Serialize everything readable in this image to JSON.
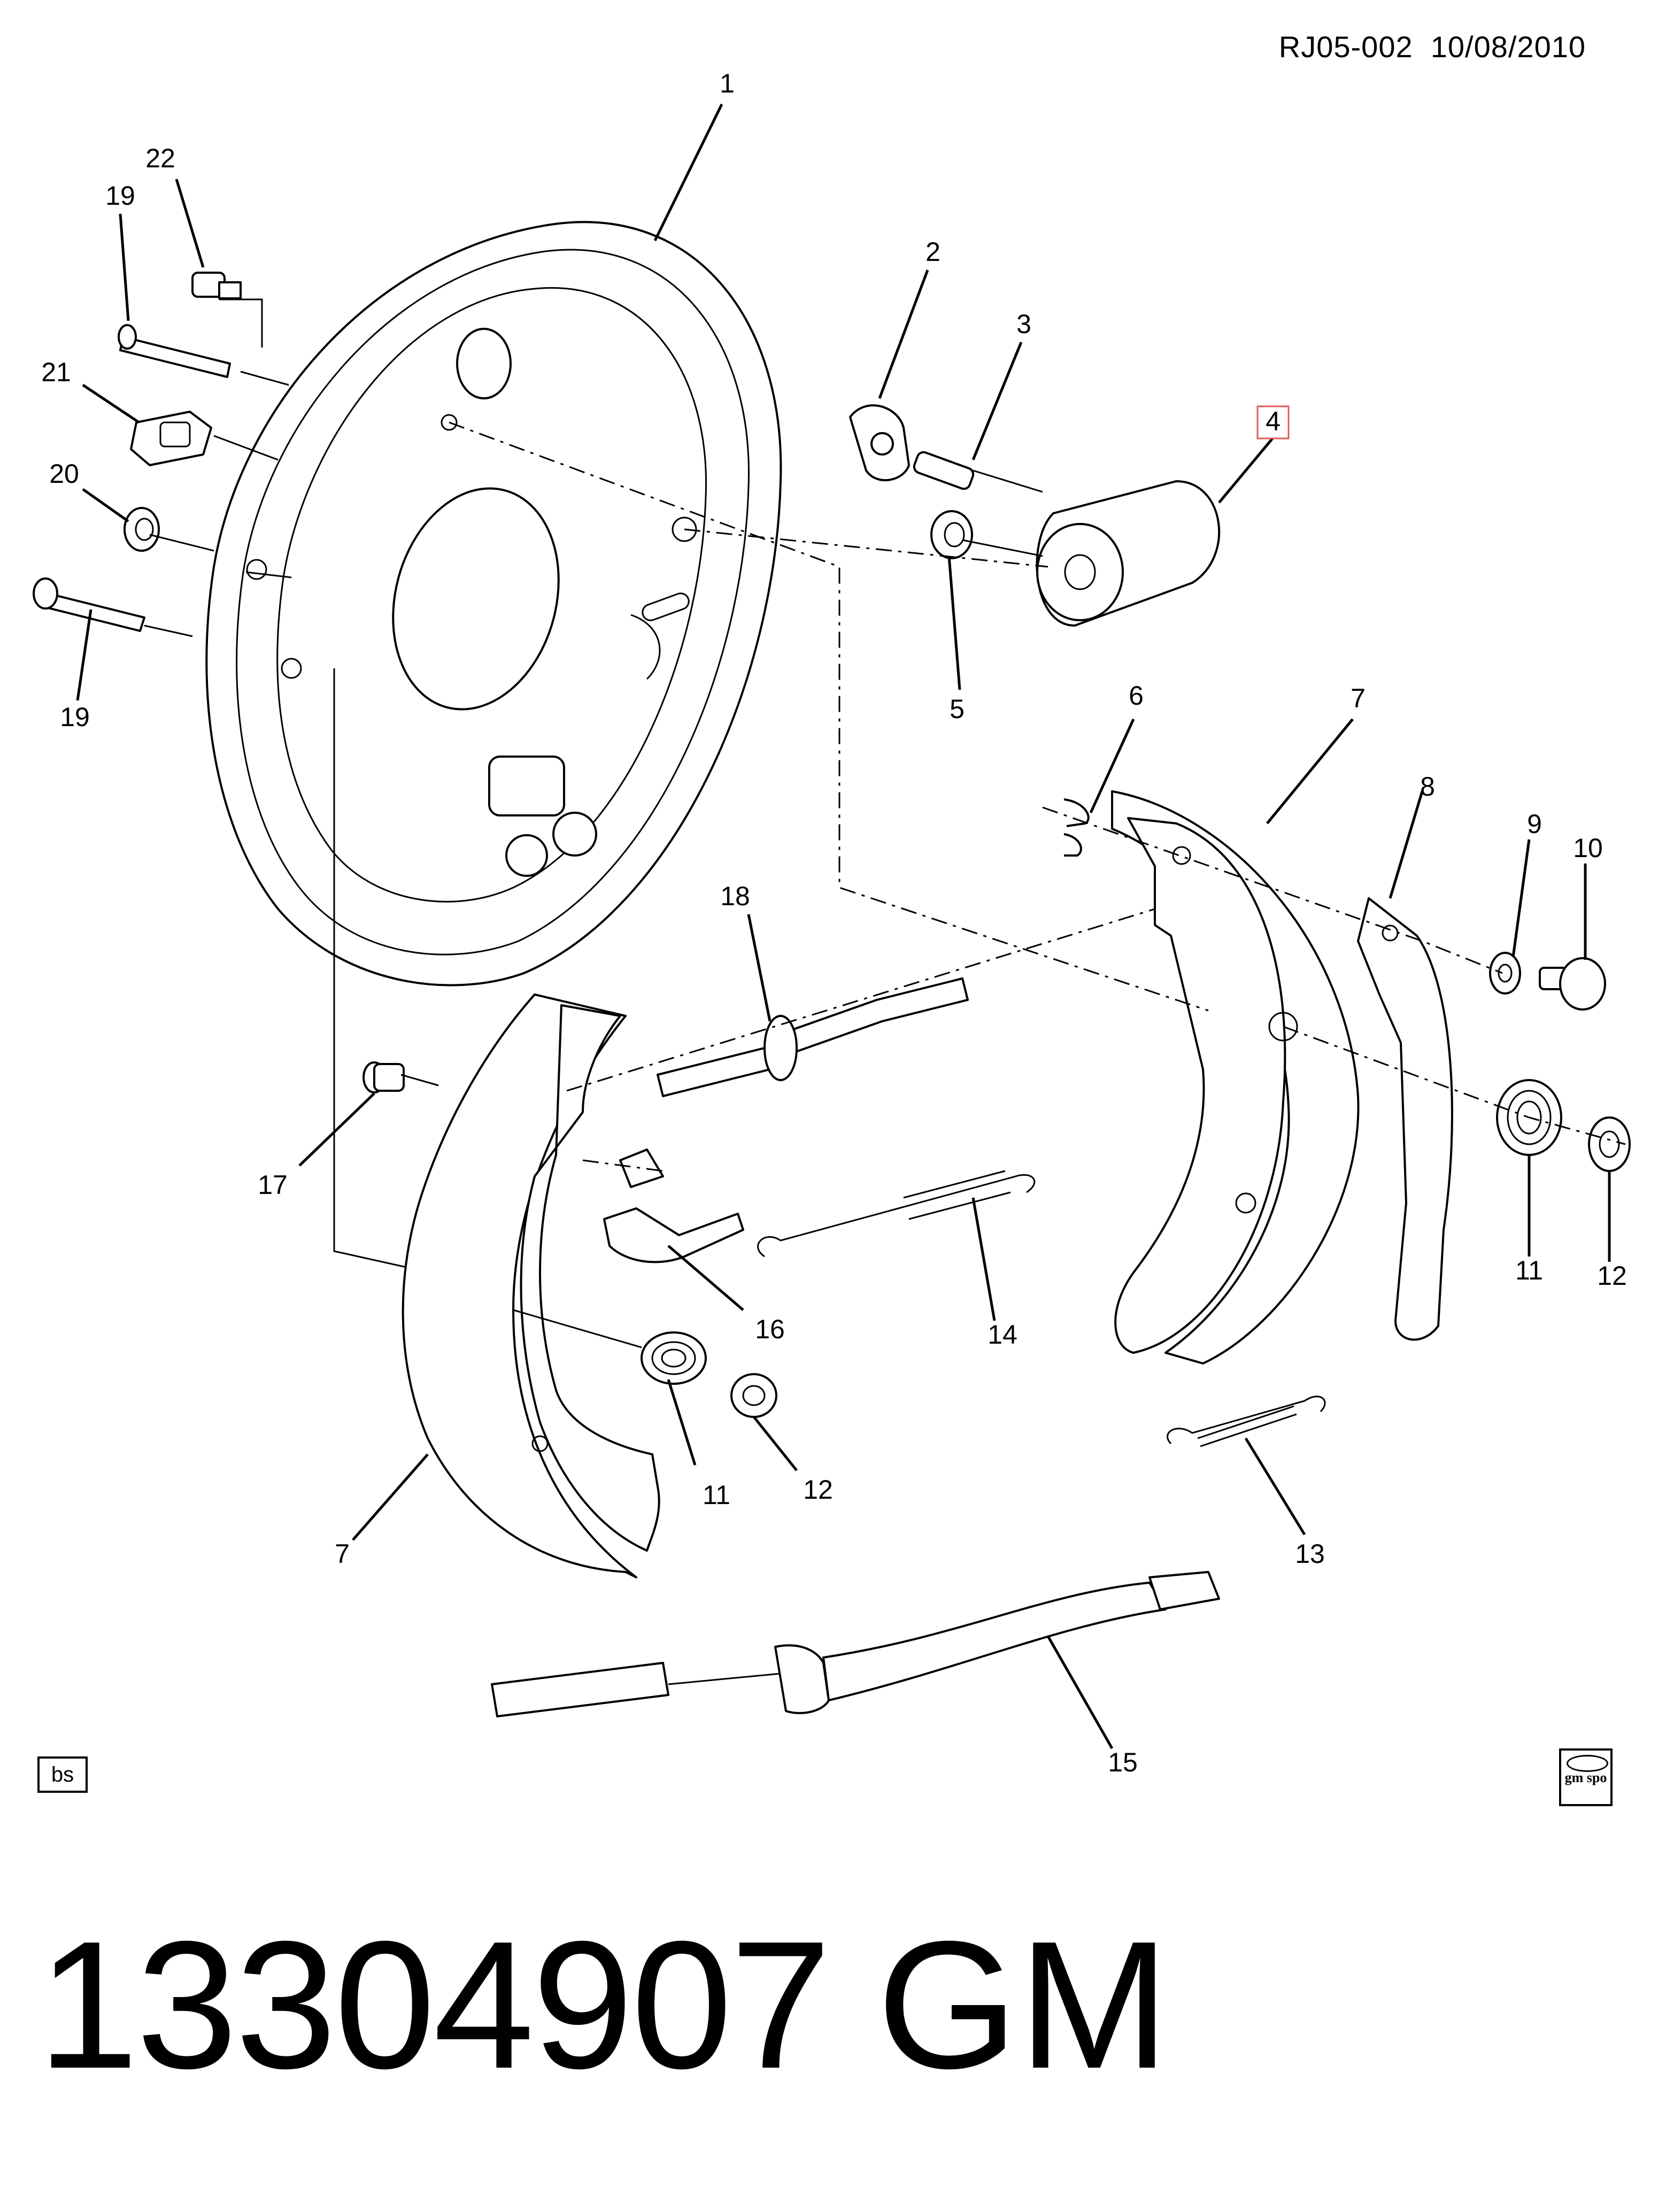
{
  "header": {
    "ref": "RJ05-002  10/08/2010"
  },
  "callouts": [
    {
      "id": "c1",
      "label": "1"
    },
    {
      "id": "c2",
      "label": "2"
    },
    {
      "id": "c3",
      "label": "3"
    },
    {
      "id": "c4",
      "label": "4",
      "highlighted": true
    },
    {
      "id": "c5",
      "label": "5"
    },
    {
      "id": "c6",
      "label": "6"
    },
    {
      "id": "c7a",
      "label": "7"
    },
    {
      "id": "c7b",
      "label": "7"
    },
    {
      "id": "c8",
      "label": "8"
    },
    {
      "id": "c9",
      "label": "9"
    },
    {
      "id": "c10",
      "label": "10"
    },
    {
      "id": "c11a",
      "label": "11"
    },
    {
      "id": "c11b",
      "label": "11"
    },
    {
      "id": "c12a",
      "label": "12"
    },
    {
      "id": "c12b",
      "label": "12"
    },
    {
      "id": "c13",
      "label": "13"
    },
    {
      "id": "c14",
      "label": "14"
    },
    {
      "id": "c15",
      "label": "15"
    },
    {
      "id": "c16",
      "label": "16"
    },
    {
      "id": "c17",
      "label": "17"
    },
    {
      "id": "c18",
      "label": "18"
    },
    {
      "id": "c19a",
      "label": "19"
    },
    {
      "id": "c19b",
      "label": "19"
    },
    {
      "id": "c20",
      "label": "20"
    },
    {
      "id": "c21",
      "label": "21"
    },
    {
      "id": "c22",
      "label": "22"
    }
  ],
  "corner_tag": "bs",
  "logo_text": "gm spo",
  "part_number": "13304907",
  "brand": "GM",
  "colors": {
    "ink": "#000000",
    "highlight": "#e05a5a",
    "background": "#ffffff"
  }
}
